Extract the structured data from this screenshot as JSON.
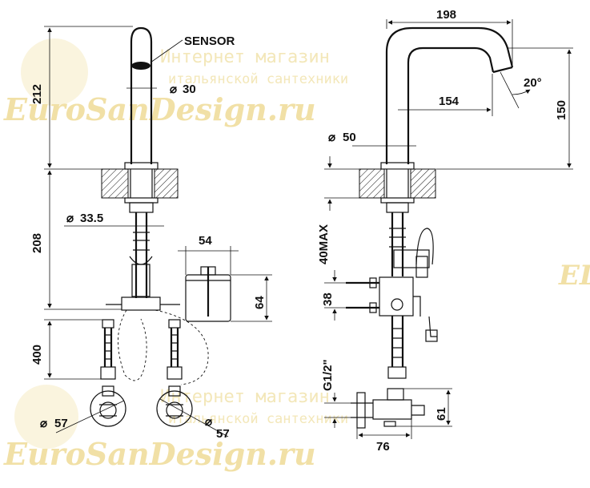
{
  "labels": {
    "sensor": "SENSOR",
    "dia_30": "30",
    "dia_33_5": "33.5",
    "dia_50": "50",
    "dia_57_left": "57",
    "dia_57_right": "57",
    "diameter_symbol": "⌀"
  },
  "dimensions": {
    "h212": "212",
    "h208": "208",
    "h400": "400",
    "w54": "54",
    "h64": "64",
    "w198": "198",
    "w154": "154",
    "angle20": "20°",
    "h150": "150",
    "max40": "40MAX",
    "h38": "38",
    "g12": "G1/2\"",
    "h61": "61",
    "w76": "76"
  },
  "watermark": {
    "line1": "Интернет магазин",
    "line2": "итальянской сантехники",
    "site": "EuroSanDesign.ru",
    "line1_b": "Интернет магазин",
    "line2_b": "итальянской сантехники",
    "site_b": "EuroSanDesign.ru",
    "side": "ED"
  }
}
